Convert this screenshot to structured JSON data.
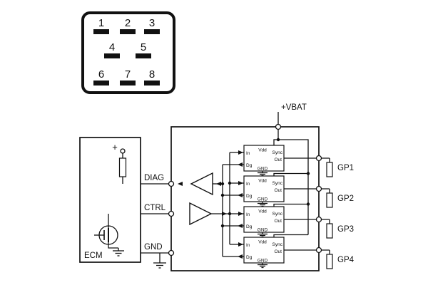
{
  "connector": {
    "row1": [
      "1",
      "2",
      "3"
    ],
    "row2": [
      "4",
      "5"
    ],
    "row3": [
      "6",
      "7",
      "8"
    ]
  },
  "ecm": {
    "label": "ECM",
    "plus": "+"
  },
  "signals": {
    "diag": "DIAG",
    "ctrl": "CTRL",
    "gnd": "GND",
    "vbat": "+VBAT"
  },
  "ic_pins": {
    "in": "In",
    "vdd": "Vdd",
    "sync": "Sync",
    "dg": "Dg",
    "gnd": "GND",
    "out": "Out"
  },
  "outputs": [
    "GP1",
    "GP2",
    "GP3",
    "GP4"
  ],
  "colors": {
    "line": "#111111",
    "background": "#ffffff"
  }
}
